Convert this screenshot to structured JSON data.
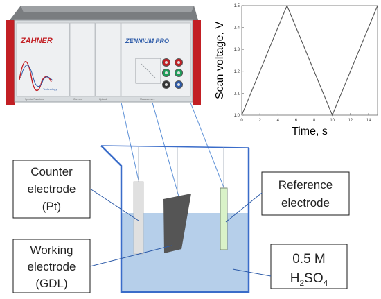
{
  "instrument": {
    "brand": "ZAHNER",
    "model": "ZENNIUM PRO",
    "tagline": "Technology",
    "panel_labels": [
      "Special Functions",
      "Connect",
      "Upload",
      "Measurement"
    ]
  },
  "chart_data": {
    "type": "line",
    "title": "",
    "xlabel": "Time, s",
    "ylabel": "Scan voltage, V",
    "xlim": [
      0,
      15
    ],
    "ylim": [
      1.0,
      1.5
    ],
    "xticks": [
      "0",
      "2",
      "4",
      "6",
      "8",
      "10",
      "12",
      "14"
    ],
    "yticks": [
      "1.0",
      "1.1",
      "1.2",
      "1.3",
      "1.4",
      "1.5"
    ],
    "grid": false,
    "series": [
      {
        "x": [
          0,
          5,
          10,
          15
        ],
        "y": [
          1.0,
          1.5,
          1.0,
          1.5
        ]
      }
    ]
  },
  "labels": {
    "counter": [
      "Counter",
      "electrode",
      "(Pt)"
    ],
    "reference": [
      "Reference",
      "electrode"
    ],
    "working": [
      "Working",
      "electrode",
      "(GDL)"
    ],
    "electrolyte": {
      "concentration": "0.5 M",
      "formula_h": "H",
      "formula_h_sub": "2",
      "formula_so": "SO",
      "formula_so_sub": "4"
    }
  },
  "colors": {
    "device_red": "#c21f24",
    "panel": "#e9ecef",
    "cable": "#5b8fd6",
    "beaker": "#3a6cc9",
    "liquid": "#b6cfea",
    "working_electrode": "#555555",
    "counter_electrode": "#e0e0e0",
    "reference_electrode": "#d9f2c8"
  }
}
